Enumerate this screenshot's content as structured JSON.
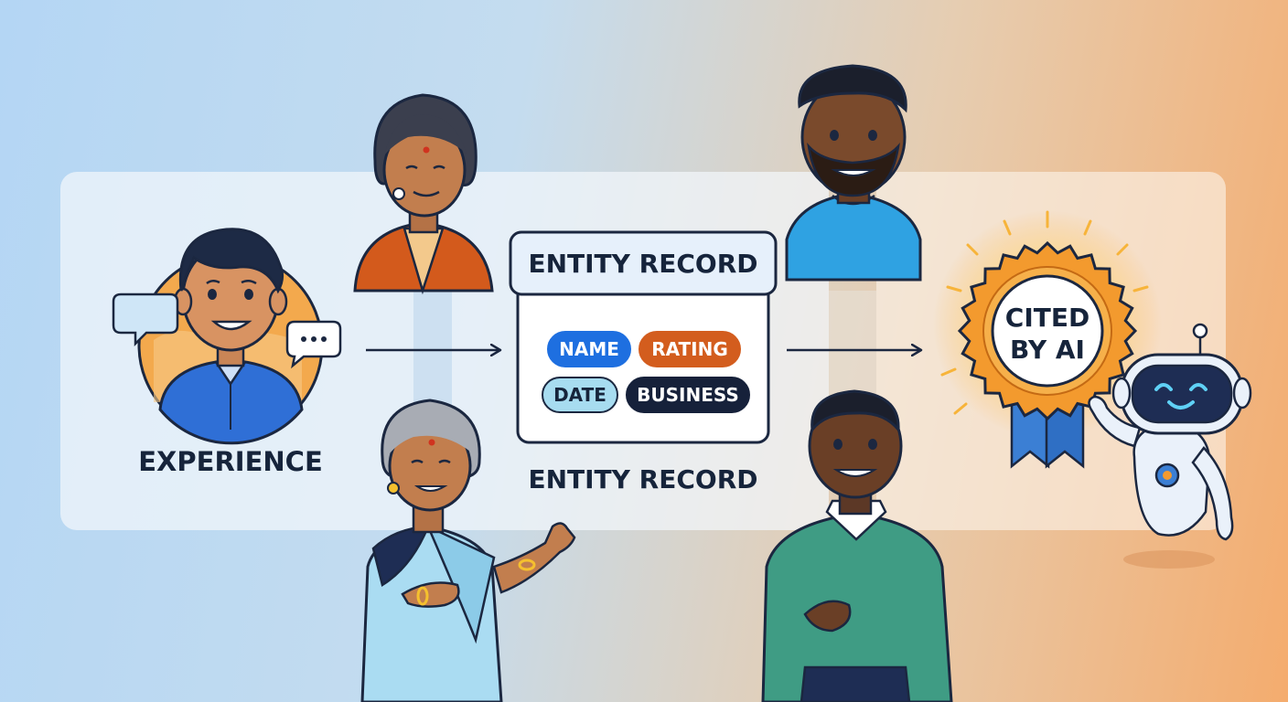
{
  "flow": {
    "experience_label": "EXPERIENCE",
    "record_card_title": "ENTITY RECORD",
    "record_caption": "ENTITY RECORD",
    "badge_line1": "CITED",
    "badge_line2": "BY AI"
  },
  "fields": [
    {
      "label": "NAME",
      "color": "#1e6fe0"
    },
    {
      "label": "RATING",
      "color": "#d35d1e"
    },
    {
      "label": "DATE",
      "color": "#a7dcf0"
    },
    {
      "label": "BUSINESS",
      "color": "#16213a"
    }
  ],
  "colors": {
    "ink": "#16243b",
    "panel": "#eef4fb",
    "badge_orange": "#f39a2e",
    "ribbon_blue": "#3b7fd4",
    "robot_white": "#eaf1fa"
  }
}
